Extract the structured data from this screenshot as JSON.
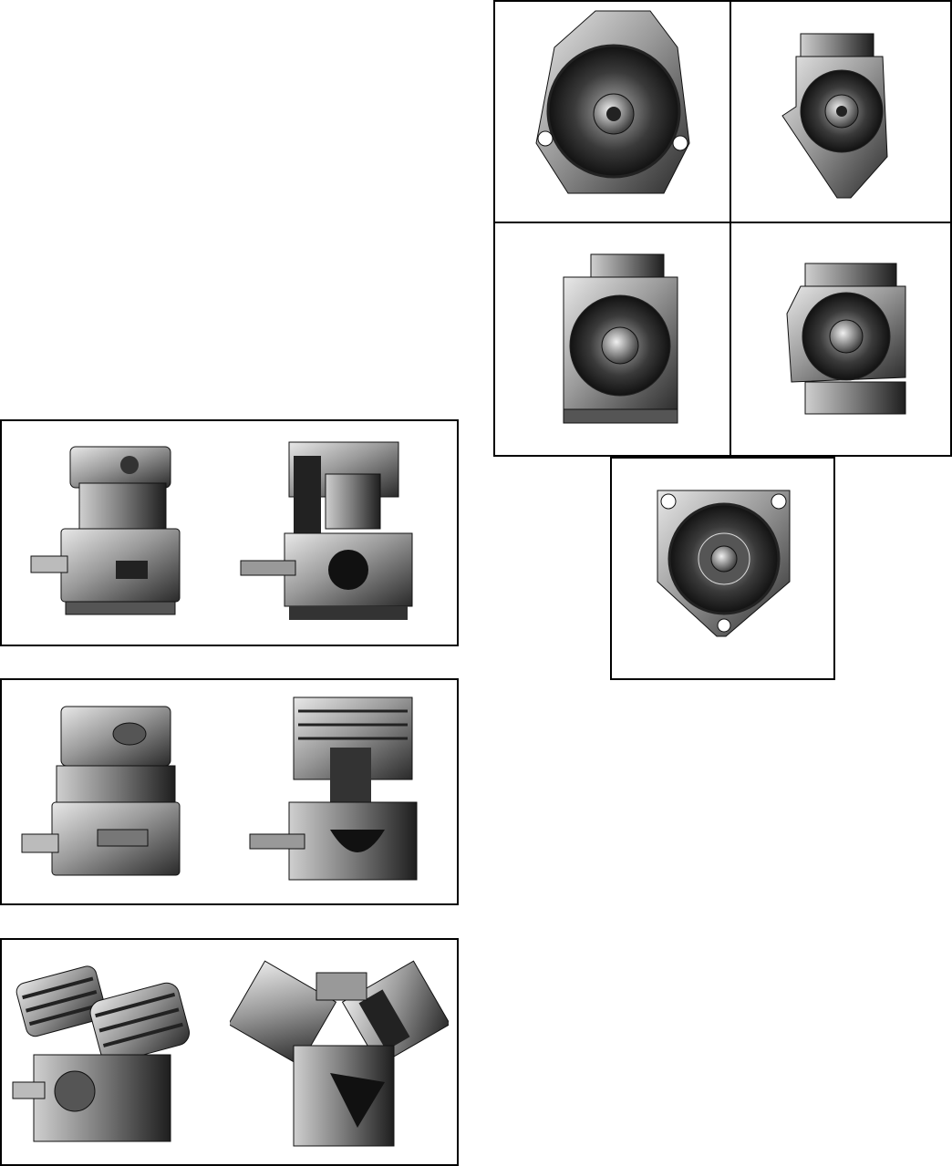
{
  "page": {
    "background": "#ffffff",
    "ink": "#000000"
  },
  "left_panels": [
    {
      "id": "panel-1",
      "images": [
        "compressor-exterior-icon",
        "compressor-cutaway-icon"
      ]
    },
    {
      "id": "panel-2",
      "images": [
        "compressor-exterior-icon",
        "compressor-cutaway-icon"
      ]
    },
    {
      "id": "panel-3",
      "images": [
        "v-twin-compressor-exterior-icon",
        "v-twin-compressor-cutaway-icon"
      ]
    }
  ],
  "mounting_views": {
    "grid": [
      "flange-mount-round-icon",
      "flange-mount-side-icon",
      "base-mount-front-icon",
      "base-mount-flange-icon"
    ],
    "bottom": "flange-mount-triangular-icon"
  }
}
